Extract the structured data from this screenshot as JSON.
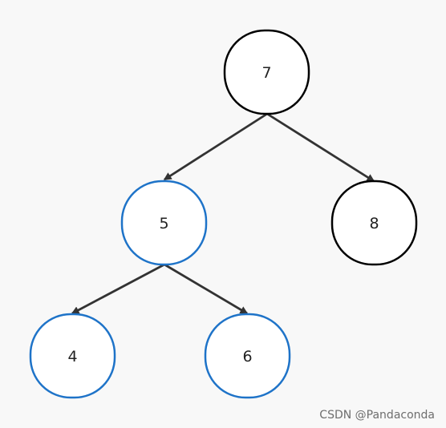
{
  "diagram": {
    "nodes": [
      {
        "id": "n7",
        "label": "7",
        "highlighted": false
      },
      {
        "id": "n5",
        "label": "5",
        "highlighted": true
      },
      {
        "id": "n8",
        "label": "8",
        "highlighted": false
      },
      {
        "id": "n4",
        "label": "4",
        "highlighted": true
      },
      {
        "id": "n6",
        "label": "6",
        "highlighted": true
      }
    ],
    "edges": [
      {
        "from": "n7",
        "to": "n5"
      },
      {
        "from": "n7",
        "to": "n8"
      },
      {
        "from": "n5",
        "to": "n4"
      },
      {
        "from": "n5",
        "to": "n6"
      }
    ],
    "colors": {
      "background": "#f8f8f8",
      "default_stroke": "#000000",
      "highlight_stroke": "#1e73c8",
      "node_fill": "#ffffff",
      "edge": "#333333",
      "text": "#222222"
    }
  },
  "watermark": "CSDN @Pandaconda"
}
